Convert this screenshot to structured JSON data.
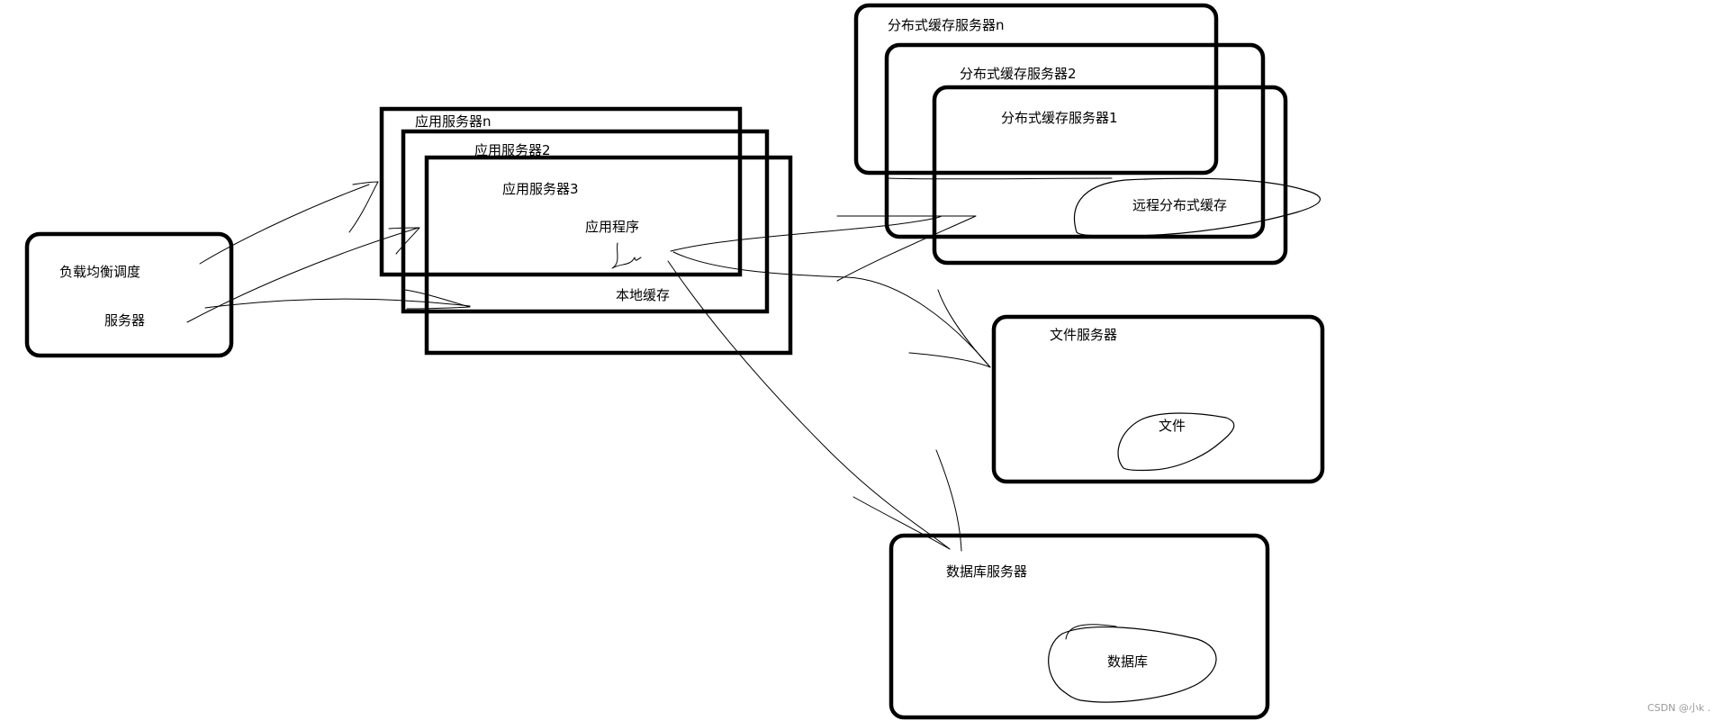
{
  "diagram": {
    "load_balancer": {
      "line1": "负载均衡调度",
      "line2": "服务器"
    },
    "app_servers": {
      "server_n": "应用服务器n",
      "server_2": "应用服务器2",
      "server_3": "应用服务器3",
      "app_program": "应用程序",
      "local_cache": "本地缓存"
    },
    "cache_servers": {
      "server_n": "分布式缓存服务器n",
      "server_2": "分布式缓存服务器2",
      "server_1": "分布式缓存服务器1",
      "remote_cache": "远程分布式缓存"
    },
    "file_server": {
      "title": "文件服务器",
      "file": "文件"
    },
    "database_server": {
      "title": "数据库服务器",
      "database": "数据库"
    }
  },
  "watermark": "CSDN @小k ."
}
